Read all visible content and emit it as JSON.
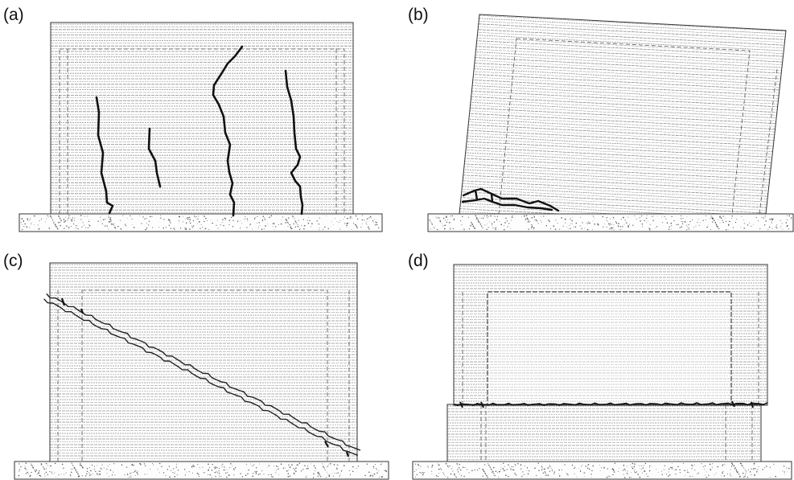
{
  "panels": [
    {
      "id": "a",
      "label": "(a)"
    },
    {
      "id": "b",
      "label": "(b)"
    },
    {
      "id": "c",
      "label": "(c)"
    },
    {
      "id": "d",
      "label": "(d)"
    }
  ],
  "colors": {
    "wall_outline": "#333333",
    "courses": "#8a8a8a",
    "crack": "#111111",
    "foundation_speckle": "#555555",
    "background": "#ffffff"
  }
}
